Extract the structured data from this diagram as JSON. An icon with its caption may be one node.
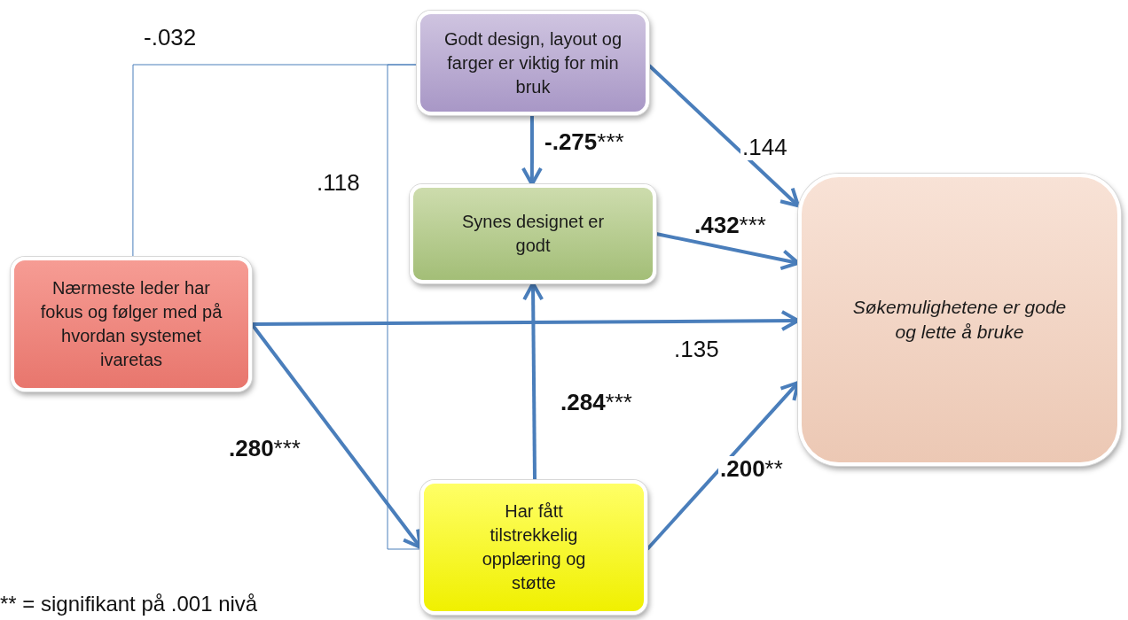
{
  "diagram": {
    "nodes": [
      {
        "text": [
          "Godt design, layout og farger er viktig for min bruk"
        ]
      },
      {
        "text": [
          "Synes designet er godt"
        ]
      },
      {
        "text": [
          "Søkemulighetene er gode og lette å bruke"
        ]
      },
      {
        "text": [
          "Nærmeste leder har fokus og følger med på hvordan systemet ivaretas"
        ]
      },
      {
        "text": [
          "Har fått tilstrekkelig opplæring og støtte"
        ]
      }
    ],
    "edges": [
      {
        "from": 3,
        "to": 0,
        "arrow": "none",
        "label": "-.032"
      },
      {
        "from": 0,
        "to": 4,
        "arrow": "none",
        "label": ".118"
      },
      {
        "from": 0,
        "to": 1,
        "arrow": "to",
        "label": "-.275***"
      },
      {
        "from": 0,
        "to": 2,
        "arrow": "to",
        "label": ".144"
      },
      {
        "from": 1,
        "to": 2,
        "arrow": "to",
        "label": ".432***"
      },
      {
        "from": 3,
        "to": 2,
        "arrow": "to",
        "label": ".135"
      },
      {
        "from": 3,
        "to": 4,
        "arrow": "to",
        "label": ".280***"
      },
      {
        "from": 4,
        "to": 1,
        "arrow": "to",
        "label": ".284***"
      },
      {
        "from": 4,
        "to": 2,
        "arrow": "to",
        "label": ".200**"
      }
    ],
    "labels": [
      "** = signifikant på .001 nivå"
    ]
  }
}
